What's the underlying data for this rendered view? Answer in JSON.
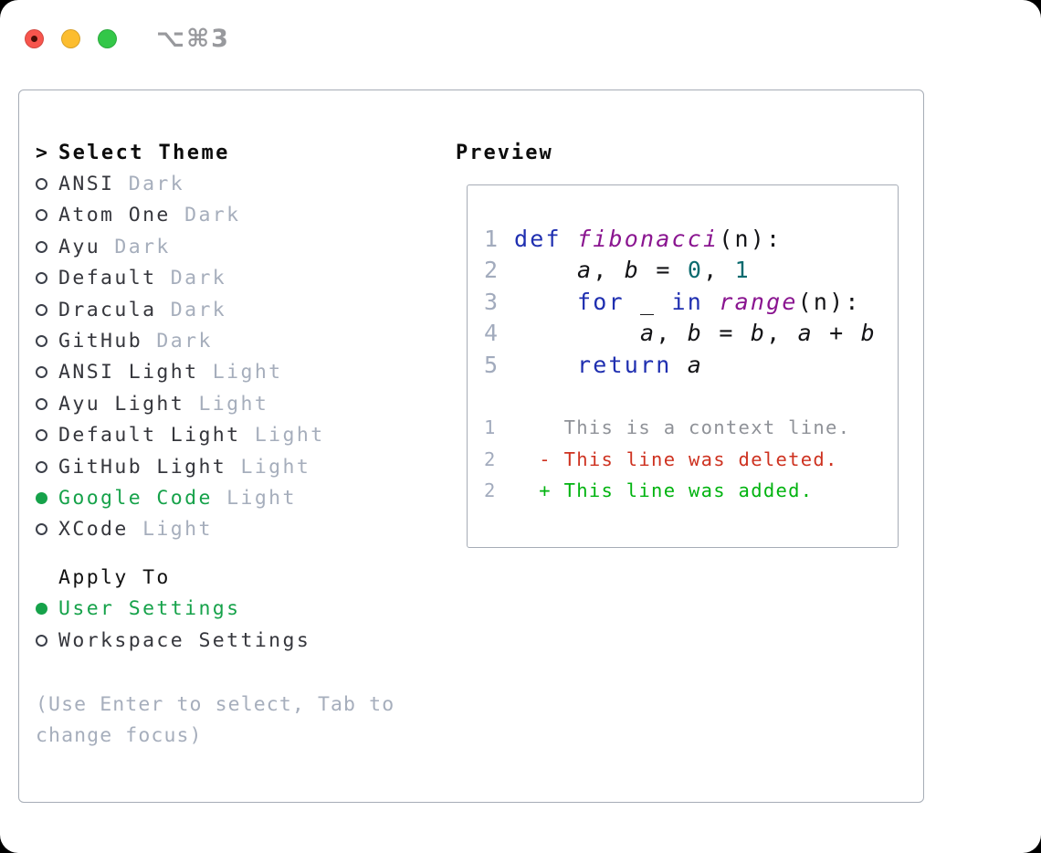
{
  "window": {
    "title_shortcut": "⌥⌘3",
    "traffic_lights": [
      "close",
      "minimize",
      "zoom"
    ],
    "close_has_unsaved_dot": true
  },
  "theme_picker": {
    "header": "Select Theme",
    "header_marker": ">",
    "themes": [
      {
        "name": "ANSI",
        "tag": "Dark",
        "selected": false
      },
      {
        "name": "Atom One",
        "tag": "Dark",
        "selected": false
      },
      {
        "name": "Ayu",
        "tag": "Dark",
        "selected": false
      },
      {
        "name": "Default",
        "tag": "Dark",
        "selected": false
      },
      {
        "name": "Dracula",
        "tag": "Dark",
        "selected": false
      },
      {
        "name": "GitHub",
        "tag": "Dark",
        "selected": false
      },
      {
        "name": "ANSI Light",
        "tag": "Light",
        "selected": false
      },
      {
        "name": "Ayu Light",
        "tag": "Light",
        "selected": false
      },
      {
        "name": "Default Light",
        "tag": "Light",
        "selected": false
      },
      {
        "name": "GitHub Light",
        "tag": "Light",
        "selected": false
      },
      {
        "name": "Google Code",
        "tag": "Light",
        "selected": true
      },
      {
        "name": "XCode",
        "tag": "Light",
        "selected": false
      }
    ],
    "apply_to": {
      "header": "Apply To",
      "options": [
        {
          "name": "User Settings",
          "selected": true
        },
        {
          "name": "Workspace Settings",
          "selected": false
        }
      ]
    },
    "help_line1": "(Use Enter to select, Tab to",
    "help_line2": "change focus)"
  },
  "preview": {
    "header": "Preview",
    "code_lines": [
      {
        "num": "1",
        "segments": [
          {
            "t": "def ",
            "c": "kw"
          },
          {
            "t": "fibonacci",
            "c": "fn"
          },
          {
            "t": "(n):",
            "c": "plain"
          }
        ]
      },
      {
        "num": "2",
        "segments": [
          {
            "t": "    ",
            "c": "plain"
          },
          {
            "t": "a",
            "c": "id"
          },
          {
            "t": ", ",
            "c": "plain"
          },
          {
            "t": "b",
            "c": "id"
          },
          {
            "t": " = ",
            "c": "plain"
          },
          {
            "t": "0",
            "c": "num"
          },
          {
            "t": ", ",
            "c": "plain"
          },
          {
            "t": "1",
            "c": "num"
          }
        ]
      },
      {
        "num": "3",
        "segments": [
          {
            "t": "    ",
            "c": "plain"
          },
          {
            "t": "for",
            "c": "kw"
          },
          {
            "t": " _ ",
            "c": "plain"
          },
          {
            "t": "in",
            "c": "kw"
          },
          {
            "t": " ",
            "c": "plain"
          },
          {
            "t": "range",
            "c": "fn"
          },
          {
            "t": "(n):",
            "c": "plain"
          }
        ]
      },
      {
        "num": "4",
        "segments": [
          {
            "t": "        ",
            "c": "plain"
          },
          {
            "t": "a",
            "c": "id"
          },
          {
            "t": ", ",
            "c": "plain"
          },
          {
            "t": "b",
            "c": "id"
          },
          {
            "t": " = ",
            "c": "plain"
          },
          {
            "t": "b",
            "c": "id"
          },
          {
            "t": ", ",
            "c": "plain"
          },
          {
            "t": "a",
            "c": "id"
          },
          {
            "t": " + ",
            "c": "plain"
          },
          {
            "t": "b",
            "c": "id"
          }
        ]
      },
      {
        "num": "5",
        "segments": [
          {
            "t": "    ",
            "c": "plain"
          },
          {
            "t": "return",
            "c": "kw"
          },
          {
            "t": " ",
            "c": "plain"
          },
          {
            "t": "a",
            "c": "id"
          }
        ]
      }
    ],
    "diff_lines": [
      {
        "num": "1",
        "segments": [
          {
            "t": "    This is a context line.",
            "c": "ctx"
          }
        ]
      },
      {
        "num": "2",
        "segments": [
          {
            "t": "  - This line was deleted.",
            "c": "del"
          }
        ]
      },
      {
        "num": "2",
        "segments": [
          {
            "t": "  + This line was added.",
            "c": "add"
          }
        ]
      }
    ]
  },
  "colors": {
    "accent_green": "#16a24a",
    "keyword_blue": "#1f2fb0",
    "function_purple": "#8a1590",
    "number_teal": "#096a6e",
    "diff_deleted_red": "#ce3220",
    "diff_added_green": "#00b30f",
    "context_gray": "#8f9298",
    "line_number_gray": "#a2abbd",
    "tag_gray": "#a6aebc",
    "border_gray": "#a6acb6",
    "traffic_red": "#f7554d",
    "traffic_yellow": "#fcbd2f",
    "traffic_green": "#33c748"
  }
}
